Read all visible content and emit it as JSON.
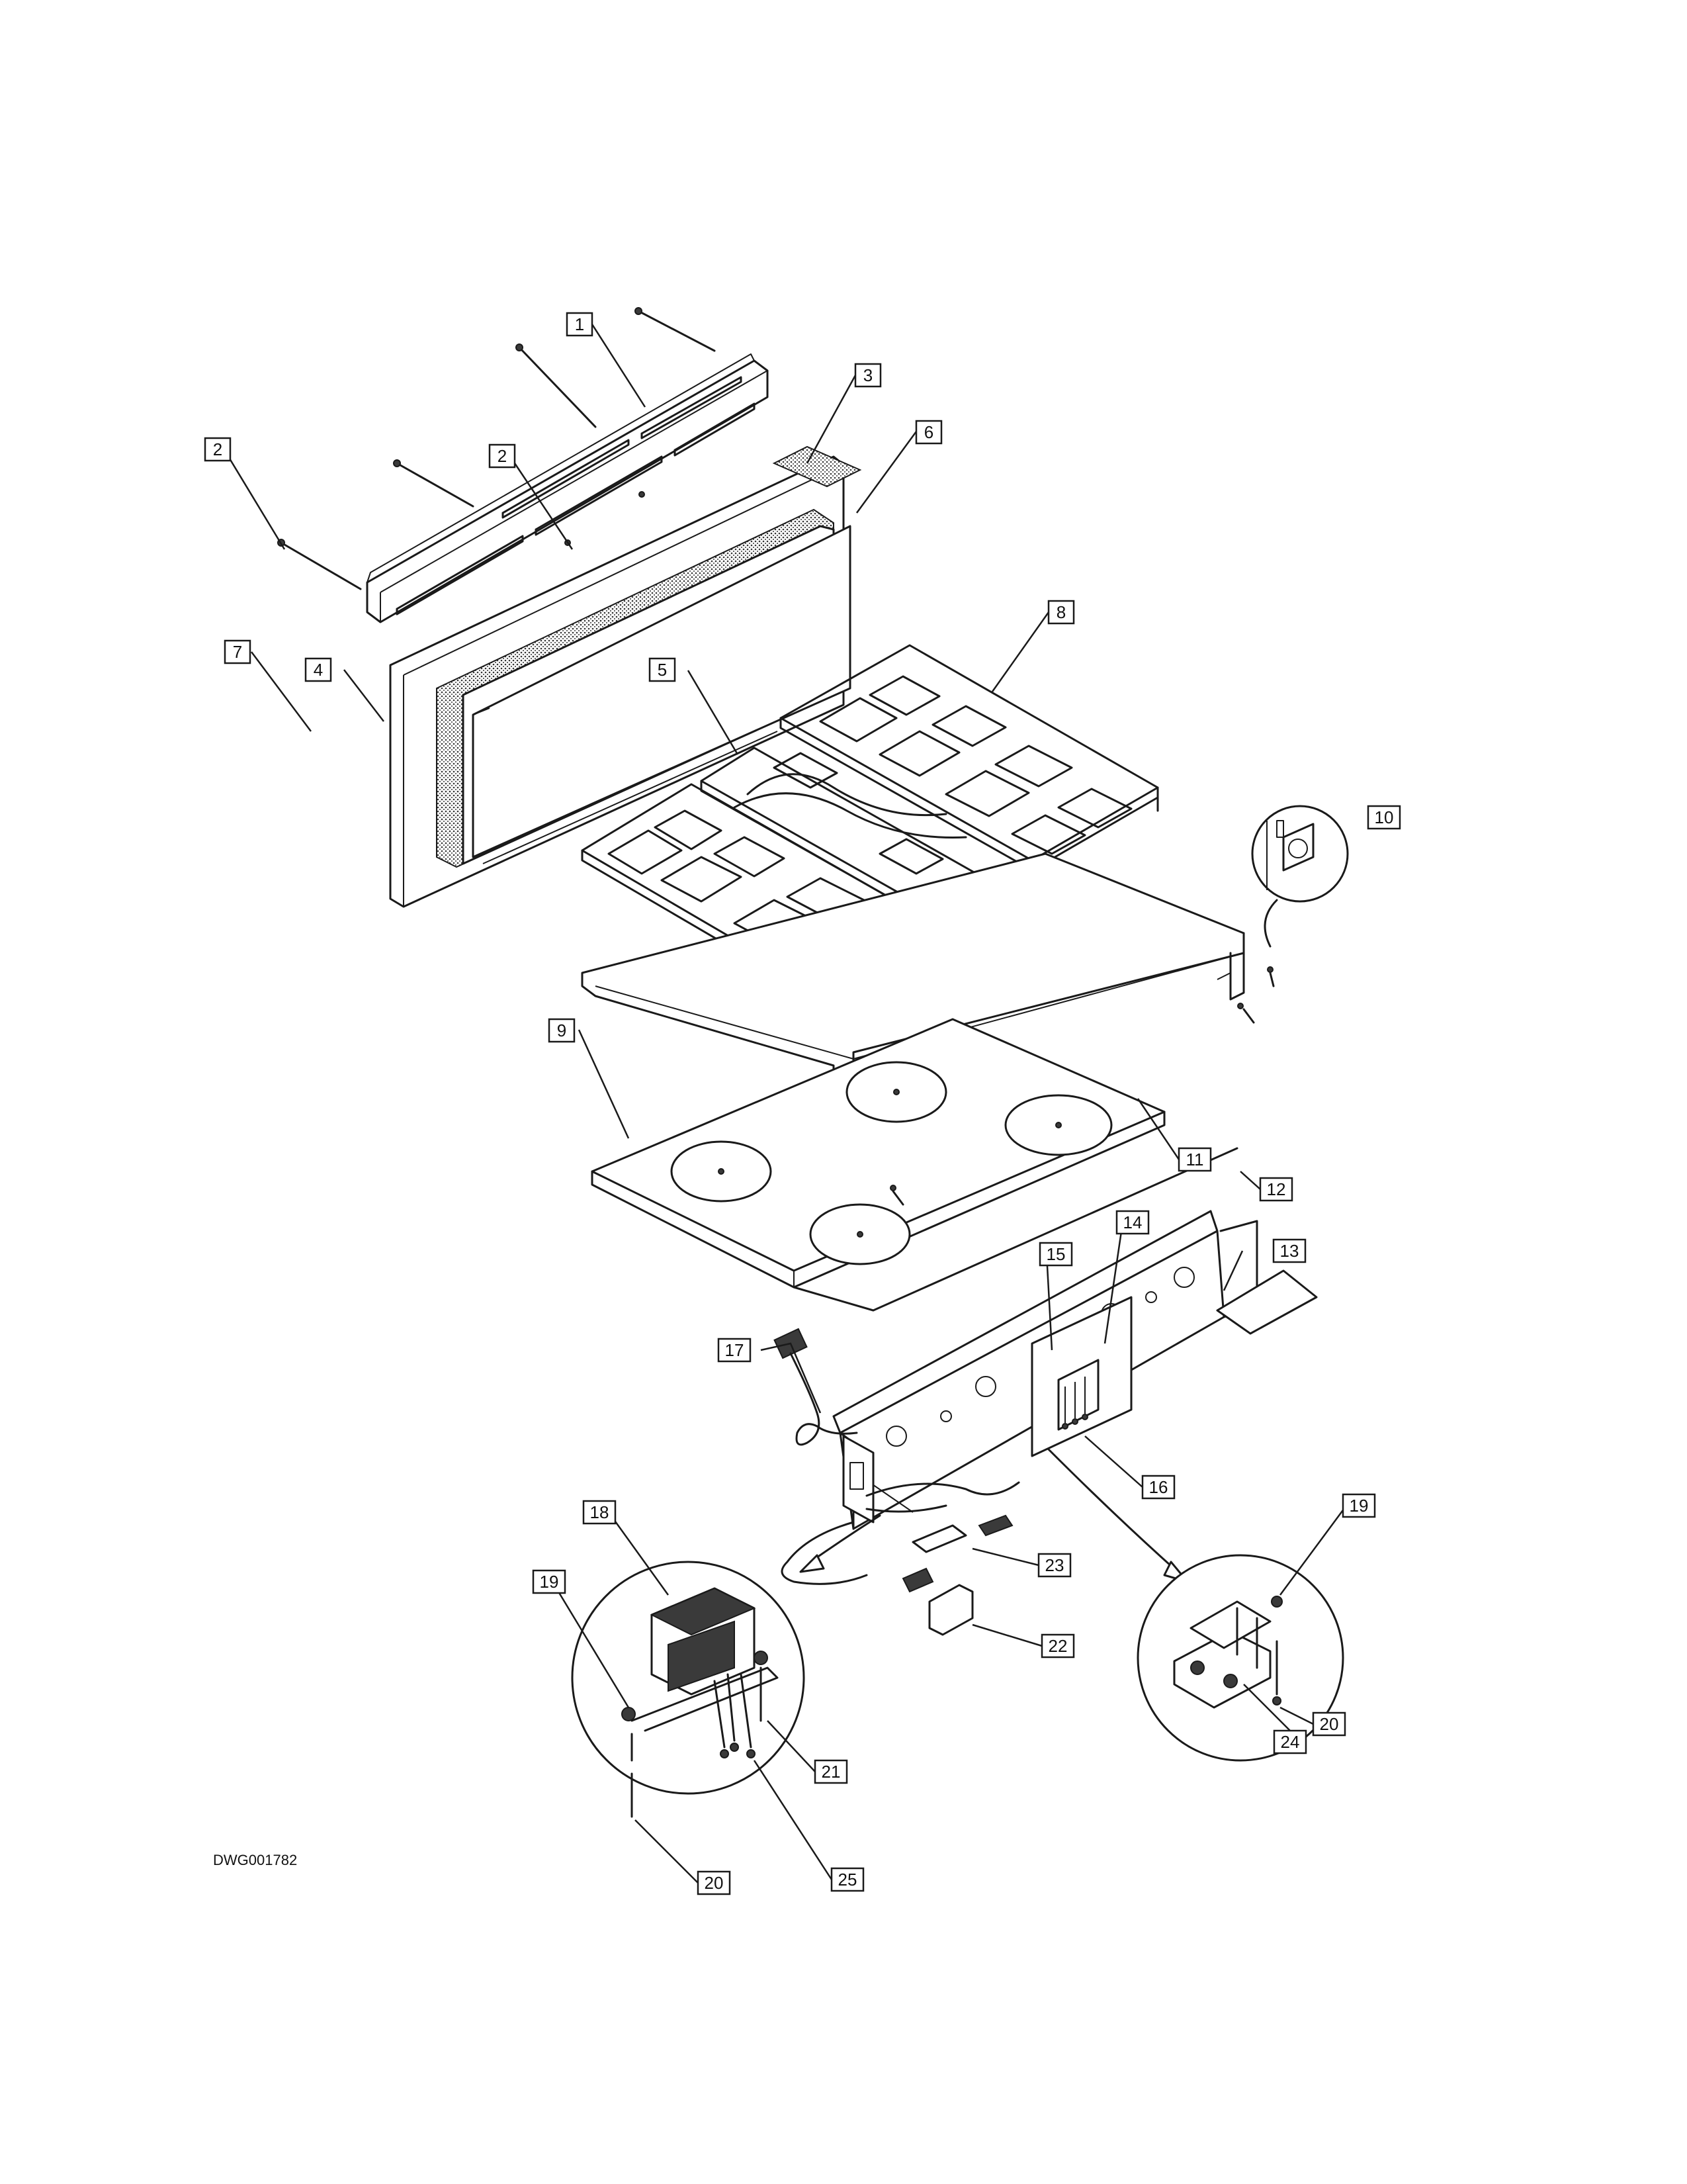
{
  "drawing_number": "DWG001782",
  "callouts": [
    {
      "id": "callout-1",
      "text": "1"
    },
    {
      "id": "callout-2a",
      "text": "2"
    },
    {
      "id": "callout-2b",
      "text": "2"
    },
    {
      "id": "callout-3",
      "text": "3"
    },
    {
      "id": "callout-4",
      "text": "4"
    },
    {
      "id": "callout-5",
      "text": "5"
    },
    {
      "id": "callout-6",
      "text": "6"
    },
    {
      "id": "callout-7",
      "text": "7"
    },
    {
      "id": "callout-8",
      "text": "8"
    },
    {
      "id": "callout-9",
      "text": "9"
    },
    {
      "id": "callout-10",
      "text": "10"
    },
    {
      "id": "callout-11",
      "text": "11"
    },
    {
      "id": "callout-12",
      "text": "12"
    },
    {
      "id": "callout-13",
      "text": "13"
    },
    {
      "id": "callout-14",
      "text": "14"
    },
    {
      "id": "callout-15",
      "text": "15"
    },
    {
      "id": "callout-16",
      "text": "16"
    },
    {
      "id": "callout-17",
      "text": "17"
    },
    {
      "id": "callout-18",
      "text": "18"
    },
    {
      "id": "callout-19a",
      "text": "19"
    },
    {
      "id": "callout-19b",
      "text": "19"
    },
    {
      "id": "callout-20a",
      "text": "20"
    },
    {
      "id": "callout-20b",
      "text": "20"
    },
    {
      "id": "callout-21",
      "text": "21"
    },
    {
      "id": "callout-22",
      "text": "22"
    },
    {
      "id": "callout-23",
      "text": "23"
    },
    {
      "id": "callout-24",
      "text": "24"
    },
    {
      "id": "callout-25",
      "text": "25"
    }
  ]
}
